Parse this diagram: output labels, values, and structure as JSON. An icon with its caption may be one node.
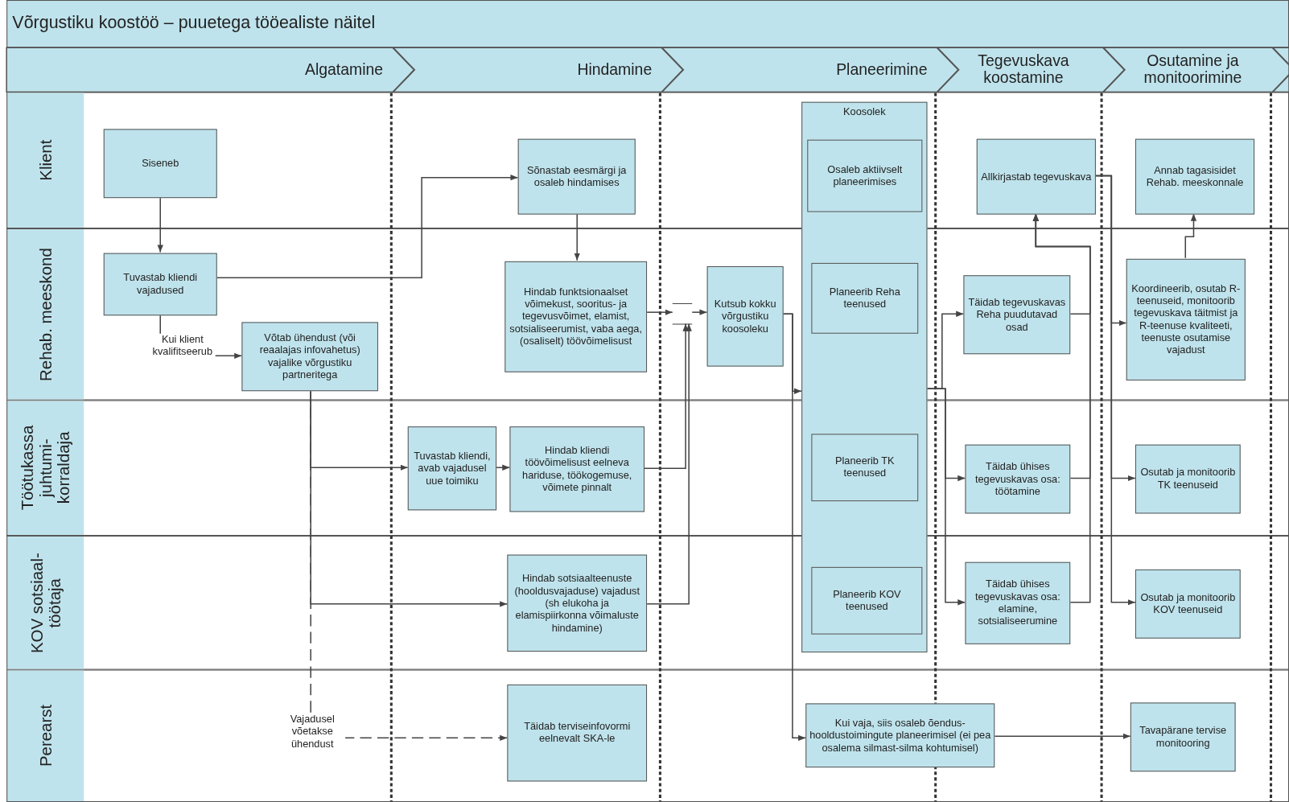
{
  "diagram": {
    "title": "Võrgustiku koostöö – puuetega tööealiste näitel",
    "nodes": [
      {
        "text": [
          "Klient"
        ]
      },
      {
        "text": [
          "Rehab. meeskond"
        ]
      },
      {
        "text": [
          "Töötukassa juhtumi- korraldaja"
        ]
      },
      {
        "text": [
          "KOV sotsiaal- töötaja"
        ]
      },
      {
        "text": [
          "Perearst"
        ]
      },
      {
        "text": [
          "Koosolek"
        ]
      },
      {
        "text": [
          "Siseneb"
        ],
        "in": 0
      },
      {
        "text": [
          "Sõnastab eesmärgi ja osaleb hindamises"
        ],
        "in": 0
      },
      {
        "text": [
          "Osaleb aktiivselt planeerimises"
        ]
      },
      {
        "text": [
          "Allkirjastab tegevuskava"
        ],
        "in": 0
      },
      {
        "text": [
          "Annab tagasisidet Rehab. meeskonnale"
        ],
        "in": 0
      },
      {
        "text": [
          "Tuvastab kliendi vajadused"
        ],
        "in": 1
      },
      {
        "text": [
          "Võtab ühendust (või reaalajas infovahetus) vajalike võrgustiku partneritega"
        ],
        "in": 1
      },
      {
        "text": [
          "Hindab funktsionaalset võimekust, sooritus- ja tegevusvõimet, elamist, sotsialiseerumist, vaba aega, (osaliselt) töövõimelisust"
        ],
        "in": 1
      },
      {
        "text": [
          "Kutsub kokku võrgustiku koosoleku"
        ],
        "in": 1
      },
      {
        "text": [
          "Planeerib Reha teenused"
        ]
      },
      {
        "text": [
          "Täidab tegevuskavas Reha puudutavad osad"
        ],
        "in": 1
      },
      {
        "text": [
          "Koordineerib, osutab R-teenuseid, monitoorib tegevuskava täitmist ja R-teenuse kvaliteeti, teenuste osutamise vajadust"
        ],
        "in": 1
      },
      {
        "text": [
          "Tuvastab kliendi, avab vajadusel uue toimiku"
        ],
        "in": 2
      },
      {
        "text": [
          "Hindab kliendi töövõimelisust eelneva hariduse, töökogemuse, võimete pinnalt"
        ],
        "in": 2
      },
      {
        "text": [
          "Planeerib TK teenused"
        ]
      },
      {
        "text": [
          "Täidab ühises tegevuskavas osa: töötamine"
        ],
        "in": 2
      },
      {
        "text": [
          "Osutab ja monitoorib TK teenuseid"
        ],
        "in": 2
      },
      {
        "text": [
          "Hindab sotsiaalteenuste (hooldusvajaduse) vajadust (sh elukoha ja elamispiirkonna võimaluste hindamine)"
        ],
        "in": 3
      },
      {
        "text": [
          "Planeerib KOV teenused"
        ]
      },
      {
        "text": [
          "Täidab ühises tegevuskavas osa: elamine, sotsialiseerumine"
        ],
        "in": 3
      },
      {
        "text": [
          "Osutab ja monitoorib KOV teenuseid"
        ],
        "in": 3
      },
      {
        "text": [
          "Täidab terviseinfovormi eelnevalt SKA-le"
        ],
        "in": 4
      },
      {
        "text": [
          "Kui vaja, siis osaleb õendus- hooldustoimingute planeerimisel (ei pea osalema silmast-silma kohtumisel)"
        ],
        "in": 4
      },
      {
        "text": [
          "Tavapärane tervise monitooring"
        ],
        "in": 4
      },
      {
        "text": [],
        "shape": "bar",
        "in": 1
      }
    ],
    "edges": [
      {
        "from": 6,
        "to": 11,
        "arrow": "to"
      },
      {
        "from": 11,
        "to": 7,
        "arrow": "to"
      },
      {
        "from": 11,
        "to": 12,
        "arrow": "to",
        "label": "Kui klient kvalifitseerub"
      },
      {
        "from": 12,
        "to": 18,
        "arrow": "to"
      },
      {
        "from": 12,
        "to": 23,
        "arrow": "to"
      },
      {
        "from": 12,
        "to": 27,
        "arrow": "to",
        "label": "Vajadusel võetakse ühendust",
        "style": "dashed"
      },
      {
        "from": 7,
        "to": 13,
        "arrow": "to"
      },
      {
        "from": 13,
        "to": 30,
        "arrow": "to"
      },
      {
        "from": 19,
        "to": 30,
        "arrow": "to"
      },
      {
        "from": 23,
        "to": 30,
        "arrow": "to"
      },
      {
        "from": 30,
        "to": 14,
        "arrow": "to"
      },
      {
        "from": 14,
        "to": 5,
        "arrow": "to"
      },
      {
        "from": 14,
        "to": 28,
        "arrow": "to"
      },
      {
        "from": 18,
        "to": 19,
        "arrow": "to"
      },
      {
        "from": 5,
        "to": 16,
        "arrow": "to"
      },
      {
        "from": 5,
        "to": 21,
        "arrow": "to"
      },
      {
        "from": 5,
        "to": 25,
        "arrow": "to"
      },
      {
        "from": 16,
        "to": 9,
        "arrow": "to"
      },
      {
        "from": 21,
        "to": 9,
        "arrow": "to"
      },
      {
        "from": 25,
        "to": 9,
        "arrow": "to"
      },
      {
        "from": 9,
        "to": 17,
        "arrow": "to"
      },
      {
        "from": 9,
        "to": 22,
        "arrow": "to"
      },
      {
        "from": 9,
        "to": 26,
        "arrow": "to"
      },
      {
        "from": 17,
        "to": 10,
        "arrow": "to"
      },
      {
        "from": 28,
        "to": 29,
        "arrow": "to"
      }
    ],
    "labels": [
      "Algatamine",
      "Hindamine",
      "Planeerimine",
      "Tegevuskava koostamine",
      "Osutamine ja monitoorimine"
    ]
  }
}
